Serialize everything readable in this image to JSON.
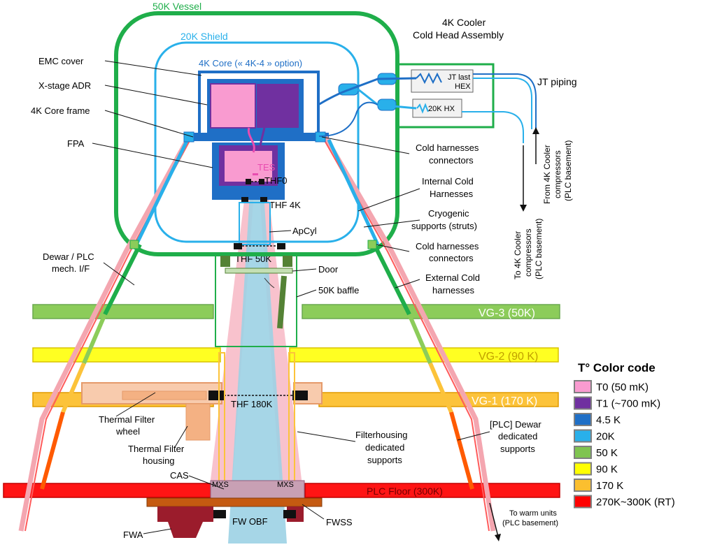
{
  "vessels": {
    "v50k": "50K Vessel",
    "shield20k": "20K Shield",
    "core4k": "4K Core (« 4K-4 » option)"
  },
  "cooler": {
    "title_line1": "4K Cooler",
    "title_line2": "Cold Head Assembly",
    "jt_last_hex_line1": "JT last",
    "jt_last_hex_line2": "HEX",
    "hx20k": "20K HX",
    "jt_piping": "JT piping",
    "from_comp_line1": "From 4K Cooler",
    "from_comp_line2": "compressors",
    "from_comp_line3": "(PLC basement)",
    "to_comp_line1": "To 4K Cooler",
    "to_comp_line2": "compressors",
    "to_comp_line3": "(PLC basement)"
  },
  "left_labels": {
    "emc_cover": "EMC cover",
    "xstage_adr": "X-stage ADR",
    "core_frame": "4K Core frame",
    "fpa": "FPA",
    "dewar_if_line1": "Dewar / PLC",
    "dewar_if_line2": "mech. I/F",
    "tfw_line1": "Thermal Filter",
    "tfw_line2": "wheel",
    "tfh_line1": "Thermal Filter",
    "tfh_line2": "housing",
    "cas": "CAS",
    "fwa": "FWA"
  },
  "right_labels": {
    "chc1_line1": "Cold harnesses",
    "chc1_line2": "connectors",
    "ich_line1": "Internal Cold",
    "ich_line2": "Harnesses",
    "cryo_line1": "Cryogenic",
    "cryo_line2": "supports (struts)",
    "chc2_line1": "Cold harnesses",
    "chc2_line2": "connectors",
    "ech_line1": "External Cold",
    "ech_line2": "harnesses",
    "fhs_line1": "Filterhousing",
    "fhs_line2": "dedicated",
    "fhs_line3": "supports",
    "pds_line1": "[PLC] Dewar",
    "pds_line2": "dedicated",
    "pds_line3": "supports",
    "fwss": "FWSS",
    "warm_line1": "To warm units",
    "warm_line2": "(PLC basement)"
  },
  "center_labels": {
    "tes": "TES",
    "thf0": "THF0",
    "thf4k": "THF 4K",
    "apcyl": "ApCyl",
    "thf50k": "THF 50K",
    "door": "Door",
    "baffle50k": "50K baffle",
    "thf180k": "THF 180K",
    "mxs_left": "MXS",
    "mxs_right": "MXS",
    "fw_obf": "FW OBF"
  },
  "groups": {
    "vg3": "VG-3 (50K)",
    "vg2": "VG-2 (90 K)",
    "vg1": "VG-1 (170 K)",
    "plc_floor": "PLC Floor (300K)"
  },
  "legend": {
    "title": "T° Color code",
    "items": [
      {
        "label": "T0 (50 mK)",
        "color": "#f99bd0"
      },
      {
        "label": "T1 (~700 mK)",
        "color": "#7030a0"
      },
      {
        "label": "4.5 K",
        "color": "#1f6fc6"
      },
      {
        "label": "20K",
        "color": "#29b0ea"
      },
      {
        "label": "50 K",
        "color": "#7fc450"
      },
      {
        "label": "90 K",
        "color": "#ffff00"
      },
      {
        "label": "170 K",
        "color": "#fbbf2f"
      },
      {
        "label": "270K~300K (RT)",
        "color": "#ff0000"
      }
    ]
  },
  "colors": {
    "vessel50k": "#1fae4a",
    "shield20k": "#29b0ea",
    "core4k": "#1f6fc6",
    "t0": "#f99bd0",
    "t1": "#7030a0",
    "vg3": "#8ccc5a",
    "vg2": "#ffff22",
    "vg1": "#fcc33a",
    "plc": "#ff1414"
  }
}
